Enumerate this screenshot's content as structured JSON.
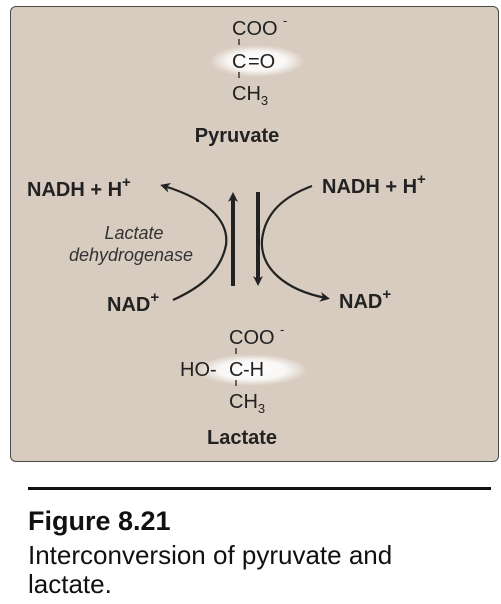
{
  "pyruvate": {
    "carboxylate": "COO",
    "carboxylate_charge": "-",
    "carbonyl_c": "C",
    "carbonyl_bond": "=O",
    "methyl": "CH",
    "methyl_sub": "3",
    "name": "Pyruvate"
  },
  "lactate": {
    "carboxylate": "COO",
    "carboxylate_charge": "-",
    "ho": "HO-",
    "carbon": "C",
    "h": "-H",
    "methyl": "CH",
    "methyl_sub": "3",
    "name": "Lactate"
  },
  "cofactors": {
    "nadh_left": "NADH + H",
    "nadh_left_sup": "+",
    "nadh_right": "NADH + H",
    "nadh_right_sup": "+",
    "nad_left": "NAD",
    "nad_left_sup": "+",
    "nad_right": "NAD",
    "nad_right_sup": "+"
  },
  "enzyme": {
    "line1": "Lactate",
    "line2": "dehydrogenase"
  },
  "figure": {
    "title": "Figure 8.21",
    "caption": "Interconversion of pyruvate and lactate."
  },
  "colors": {
    "panel_bg": "#d8cbbf",
    "highlight": "#ffffff",
    "ink": "#222222"
  }
}
